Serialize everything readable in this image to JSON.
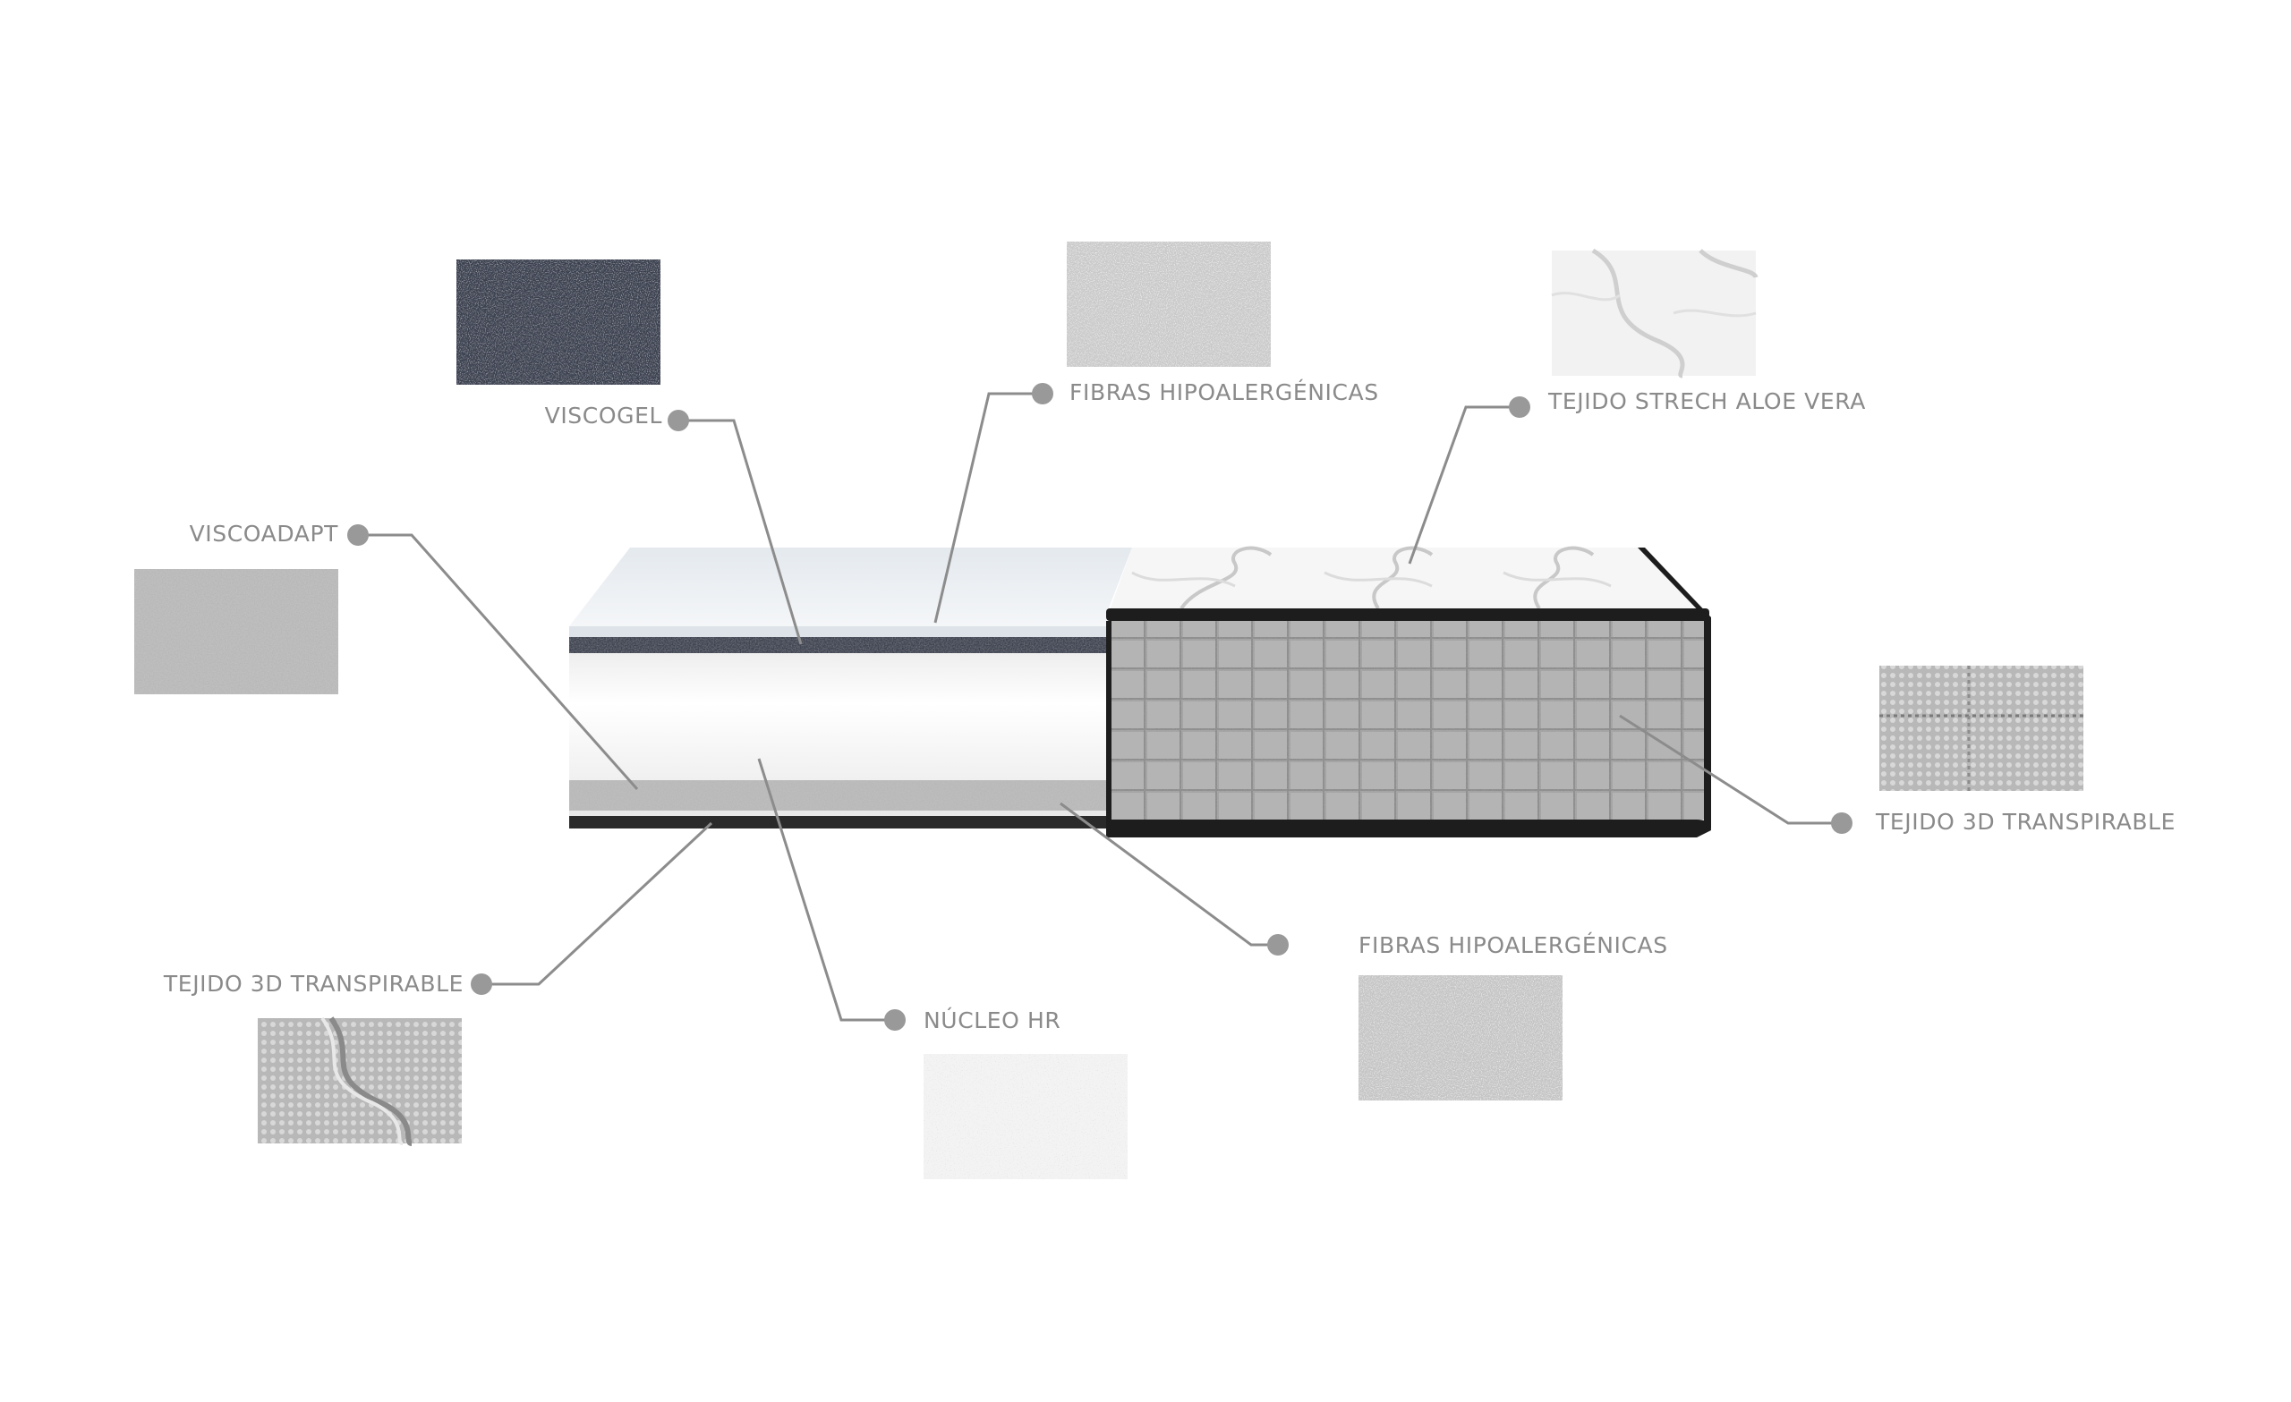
{
  "colors": {
    "line": "#8c8c8c",
    "dot": "#999999",
    "text": "#8a8a8a",
    "viscogel": "#3d4250",
    "border": "#1d1d1d"
  },
  "labels": {
    "viscogel": "VISCOGEL",
    "fibras_top": "FIBRAS HIPOALERGÉNICAS",
    "aloe": "TEJIDO STRECH ALOE VERA",
    "viscoadapt": "VISCOADAPT",
    "tejido3d_right": "TEJIDO 3D TRANSPIRABLE",
    "fibras_bottom": "FIBRAS HIPOALERGÉNICAS",
    "tejido3d_left": "TEJIDO 3D TRANSPIRABLE",
    "nucleo": "NÚCLEO HR"
  },
  "swatches": {
    "viscogel": "dark-foam-texture",
    "fibras_top": "fiber-texture",
    "aloe": "quilted-fabric-texture",
    "viscoadapt": "foam-texture",
    "tejido3d_right": "mesh-fabric-texture",
    "fibras_bottom": "fiber-texture",
    "tejido3d_left": "quilted-mesh-texture",
    "nucleo": "hr-foam-texture"
  }
}
